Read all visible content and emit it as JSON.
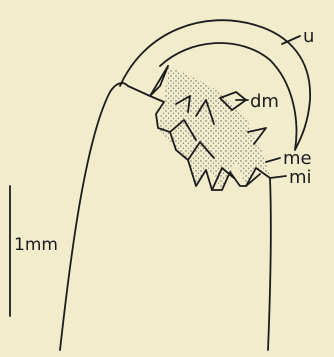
{
  "figure": {
    "labels": {
      "u": "u",
      "dm": "dm",
      "me": "me",
      "mi": "mi"
    },
    "scale_bar": {
      "label": "1mm"
    }
  },
  "colors": {
    "background": "#f1eccc",
    "ink": "#1c1c1c",
    "stipple": "#6a6a6a"
  }
}
